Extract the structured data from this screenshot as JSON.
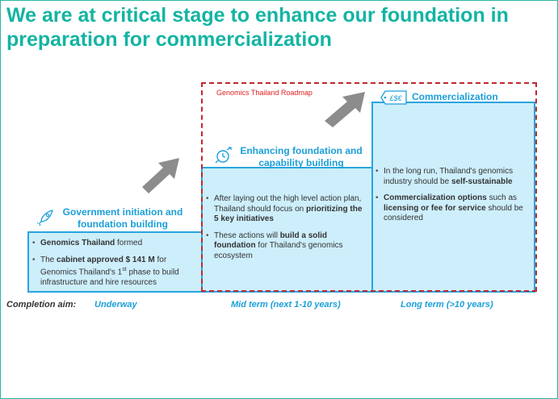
{
  "title": "We are at critical stage to enhance our foundation in preparation for commercialization",
  "roadmap_label": "Genomics Thailand Roadmap",
  "stages": [
    {
      "heading": "Government initiation and foundation building",
      "bullets": [
        {
          "parts": [
            {
              "t": "Genomics Thailand",
              "b": true
            },
            {
              "t": " formed",
              "b": false
            }
          ]
        },
        {
          "parts": [
            {
              "t": "The ",
              "b": false
            },
            {
              "t": "cabinet approved $ 141 M",
              "b": true
            },
            {
              "t": " for Genomics Thailand's 1",
              "b": false
            },
            {
              "t": "st",
              "sup": true
            },
            {
              "t": " phase to build infrastructure and hire resources",
              "b": false
            }
          ]
        }
      ]
    },
    {
      "heading": "Enhancing foundation and capability building",
      "bullets": [
        {
          "parts": [
            {
              "t": "After laying out the high level action plan, Thailand should focus on ",
              "b": false
            },
            {
              "t": "prioritizing the 5 key initiatives",
              "b": true
            }
          ]
        },
        {
          "parts": [
            {
              "t": "These actions will ",
              "b": false
            },
            {
              "t": "build a solid foundation",
              "b": true
            },
            {
              "t": " for Thailand's genomics ecosystem",
              "b": false
            }
          ]
        }
      ]
    },
    {
      "heading": "Commercialization",
      "bullets": [
        {
          "parts": [
            {
              "t": "In the long run, Thailand's genomics industry should be ",
              "b": false
            },
            {
              "t": "self-sustainable",
              "b": true
            }
          ]
        },
        {
          "parts": [
            {
              "t": "Commercialization options",
              "b": true
            },
            {
              "t": " such as ",
              "b": false
            },
            {
              "t": "licensing or fee for service",
              "b": true
            },
            {
              "t": " should be considered",
              "b": false
            }
          ]
        }
      ]
    }
  ],
  "completion": {
    "label": "Completion aim:",
    "values": [
      "Underway",
      "Mid term (next 1-10 years)",
      "Long term (>10 years)"
    ]
  },
  "icon_names": [
    "rocket-icon",
    "clock-arrow-icon",
    "currency-tag-icon"
  ],
  "colors": {
    "title": "#14b4a3",
    "accent_blue": "#1b9fd8",
    "step_fill": "#cdeefb",
    "roadmap_border": "#c0282d",
    "arrow_gray": "#8c8c8c"
  }
}
